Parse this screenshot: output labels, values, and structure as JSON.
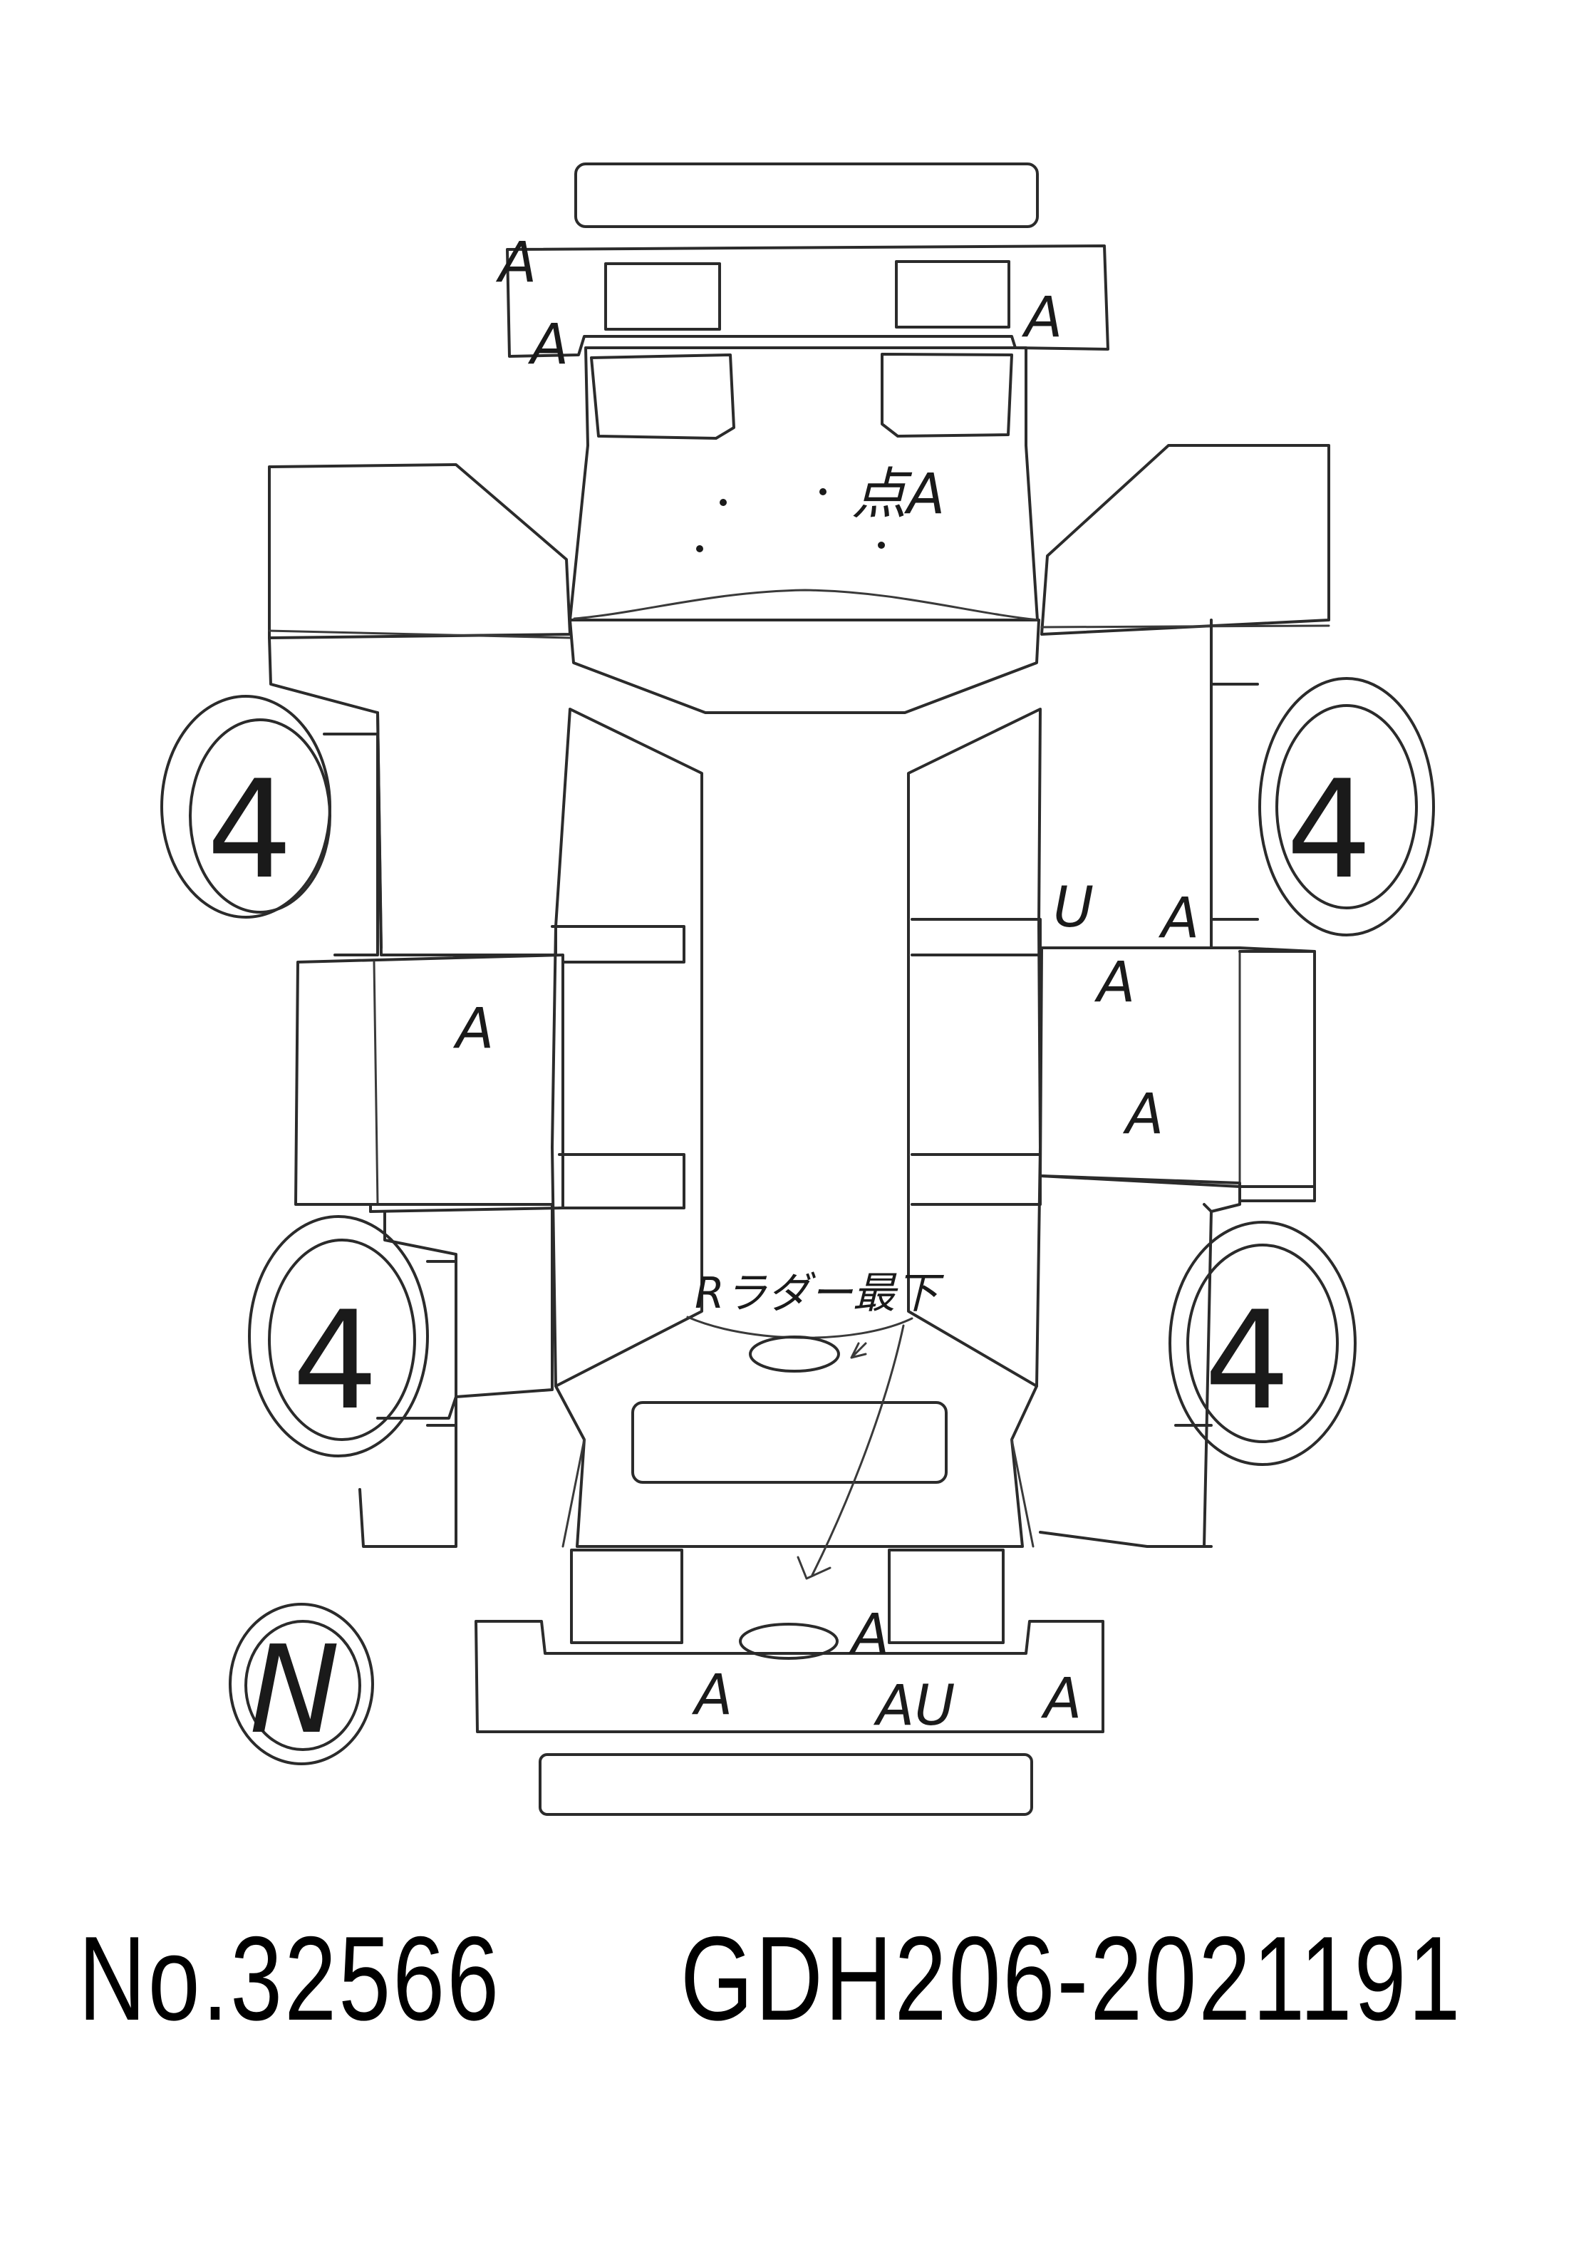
{
  "footer": {
    "stock_number": "No.32566",
    "chassis_number": "GDH206-2021191"
  },
  "damage_marks": {
    "front_bumper_left_upper": "A",
    "front_bumper_left_lower": "A",
    "front_bumper_right": "A",
    "hood": "点A",
    "left_front_door": "A",
    "right_fender_u": "U",
    "right_fender_a": "A",
    "right_front_door": "A",
    "right_rear_door": "A",
    "underbody_note": "Rラダー最下",
    "rear_door": "A",
    "rear_bumper_left": "A",
    "rear_bumper_center": "AU",
    "rear_bumper_right": "A"
  },
  "tires": {
    "front_left": "4",
    "front_right": "4",
    "rear_left": "4",
    "rear_right": "4"
  },
  "interior_grade": "N",
  "colors": {
    "ink": "#1a1a1a",
    "line": "#2b2b2b"
  }
}
